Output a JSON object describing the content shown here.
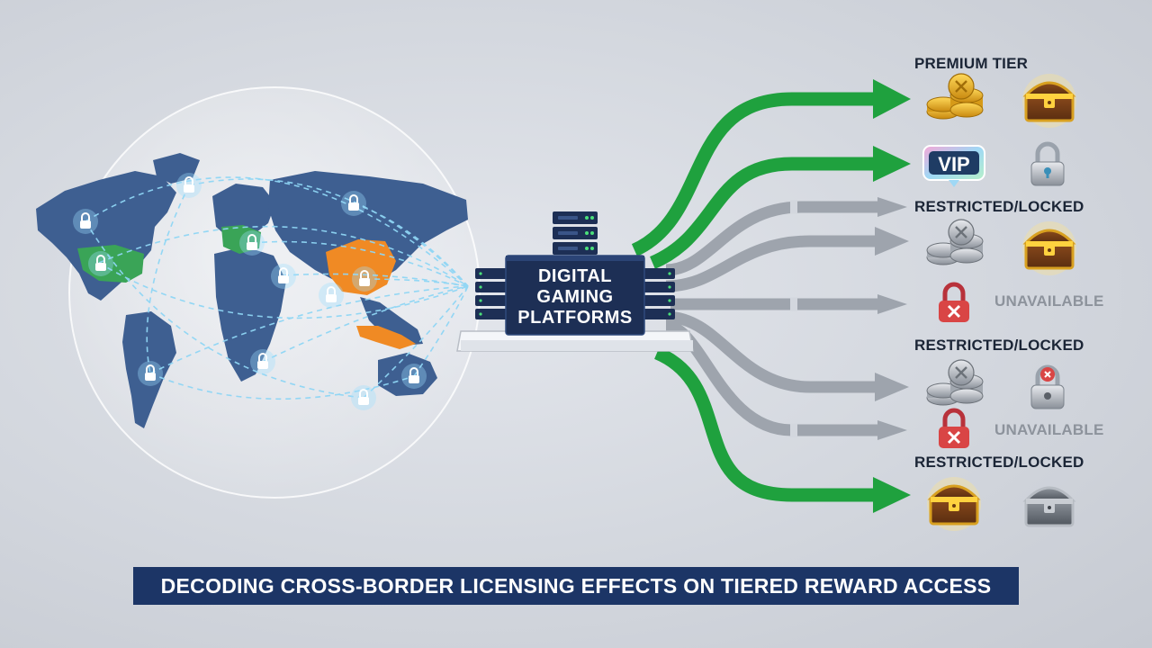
{
  "labels": {
    "premium_tier": "PREMIUM TIER",
    "restricted_1": "RESTRICTED/LOCKED",
    "restricted_2": "RESTRICTED/LOCKED",
    "restricted_3": "RESTRICTED/LOCKED",
    "unavailable_1": "UNAVAILABLE",
    "unavailable_2": "UNAVAILABLE",
    "vip": "VIP"
  },
  "platform": {
    "line1": "DIGITAL",
    "line2": "GAMING",
    "line3": "PLATFORMS"
  },
  "banner": {
    "title": "DECODING CROSS-BORDER LICENSING EFFECTS ON TIERED REWARD ACCESS"
  },
  "colors": {
    "green_flow": "#1fa13e",
    "gray_flow": "#9ea4ad",
    "map_blue": "#3e5f91",
    "region_green": "#3aa457",
    "region_orange": "#f08a24",
    "gold": "#e0a61c",
    "navy": "#1c3566",
    "danger_red": "#d94545"
  },
  "icons": [
    "lock-icon",
    "coin-stack-icon",
    "treasure-chest-icon",
    "vip-badge-icon",
    "server-icon"
  ]
}
